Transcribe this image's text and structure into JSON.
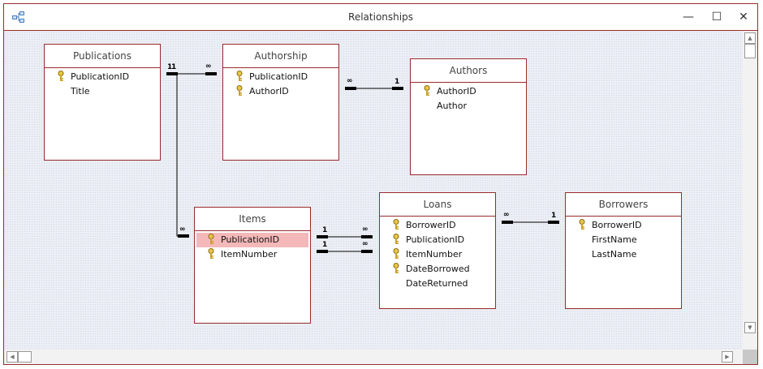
{
  "window": {
    "title": "Relationships",
    "app_icon": "relationships-icon",
    "controls": {
      "minimize": "—",
      "maximize": "☐",
      "close": "✕"
    }
  },
  "tables": [
    {
      "name": "Publications",
      "fields": [
        {
          "name": "PublicationID",
          "key": true
        },
        {
          "name": "Title",
          "key": false
        }
      ]
    },
    {
      "name": "Authorship",
      "fields": [
        {
          "name": "PublicationID",
          "key": true
        },
        {
          "name": "AuthorID",
          "key": true
        }
      ]
    },
    {
      "name": "Authors",
      "fields": [
        {
          "name": "AuthorID",
          "key": true
        },
        {
          "name": "Author",
          "key": false
        }
      ]
    },
    {
      "name": "Items",
      "fields": [
        {
          "name": "PublicationID",
          "key": true,
          "selected": true
        },
        {
          "name": "ItemNumber",
          "key": true
        }
      ]
    },
    {
      "name": "Loans",
      "fields": [
        {
          "name": "BorrowerID",
          "key": true
        },
        {
          "name": "PublicationID",
          "key": true
        },
        {
          "name": "ItemNumber",
          "key": true
        },
        {
          "name": "DateBorrowed",
          "key": true
        },
        {
          "name": "DateReturned",
          "key": false
        }
      ]
    },
    {
      "name": "Borrowers",
      "fields": [
        {
          "name": "BorrowerID",
          "key": true
        },
        {
          "name": "FirstName",
          "key": false
        },
        {
          "name": "LastName",
          "key": false
        }
      ]
    }
  ],
  "relationships": [
    {
      "from": "Publications.PublicationID",
      "to": "Authorship.PublicationID",
      "from_card": "1",
      "to_card": "∞"
    },
    {
      "from": "Authorship.AuthorID",
      "to": "Authors.AuthorID",
      "from_card": "∞",
      "to_card": "1"
    },
    {
      "from": "Publications.PublicationID",
      "to": "Items.PublicationID",
      "from_card": "1",
      "to_card": "∞"
    },
    {
      "from": "Items.PublicationID",
      "to": "Loans.PublicationID",
      "from_card": "1",
      "to_card": "∞"
    },
    {
      "from": "Items.ItemNumber",
      "to": "Loans.ItemNumber",
      "from_card": "1",
      "to_card": "∞"
    },
    {
      "from": "Loans.BorrowerID",
      "to": "Borrowers.BorrowerID",
      "from_card": "∞",
      "to_card": "1"
    }
  ],
  "cardinality": {
    "one": "1",
    "many": "∞",
    "one_pub": "1"
  }
}
